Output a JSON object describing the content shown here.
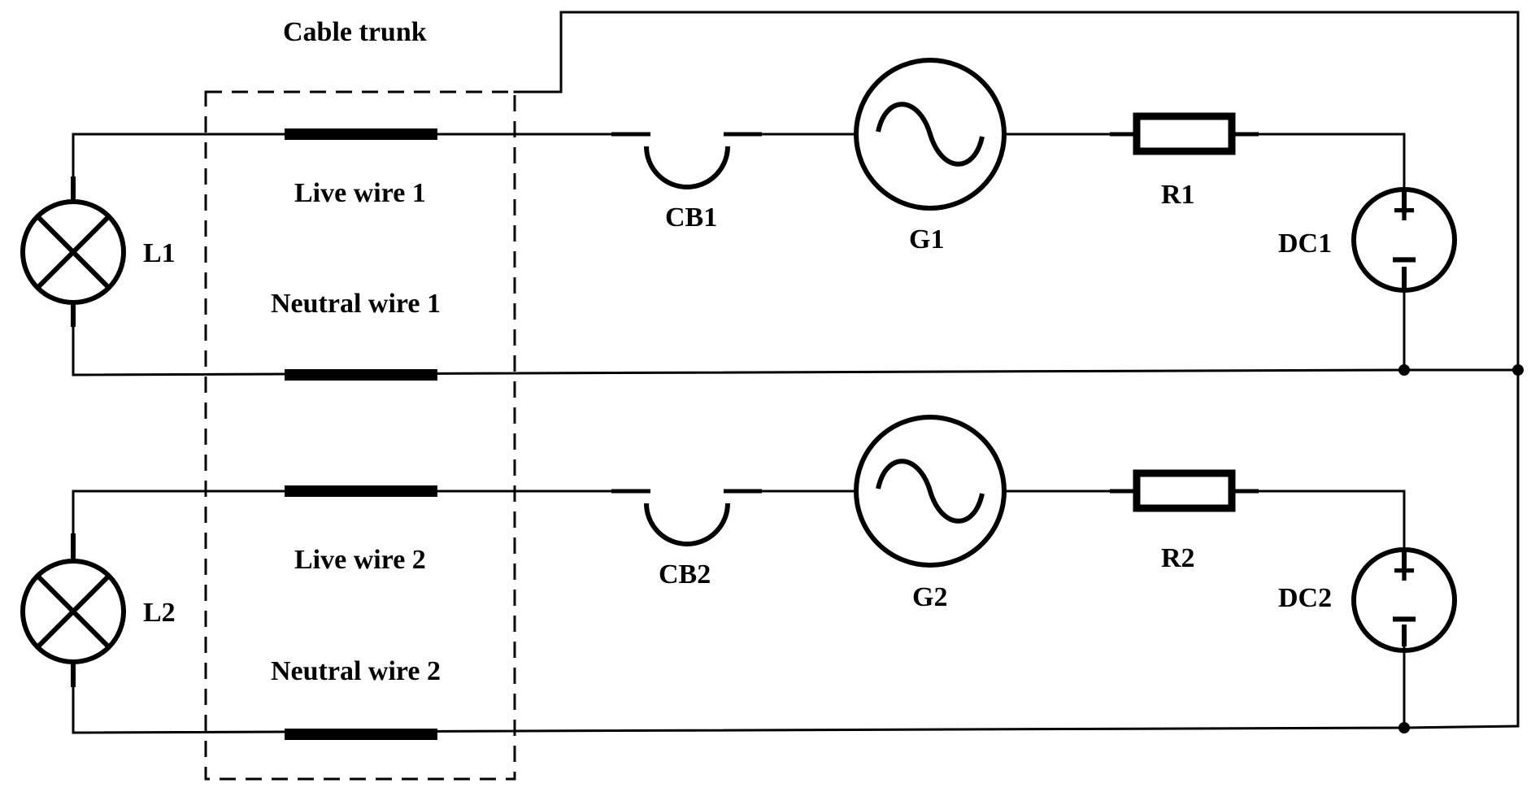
{
  "labels": {
    "cable_trunk": "Cable trunk",
    "live_wire_1": "Live wire 1",
    "neutral_wire_1": "Neutral wire 1",
    "live_wire_2": "Live wire 2",
    "neutral_wire_2": "Neutral wire 2",
    "lamp_1": "L1",
    "lamp_2": "L2",
    "breaker_1": "CB1",
    "breaker_2": "CB2",
    "generator_1": "G1",
    "generator_2": "G2",
    "resistor_1": "R1",
    "resistor_2": "R2",
    "dc_source_1": "DC1",
    "dc_source_2": "DC2",
    "plus_sign": "+",
    "minus_sign": "−"
  },
  "colors": {
    "line": "#000000",
    "background": "#ffffff"
  }
}
